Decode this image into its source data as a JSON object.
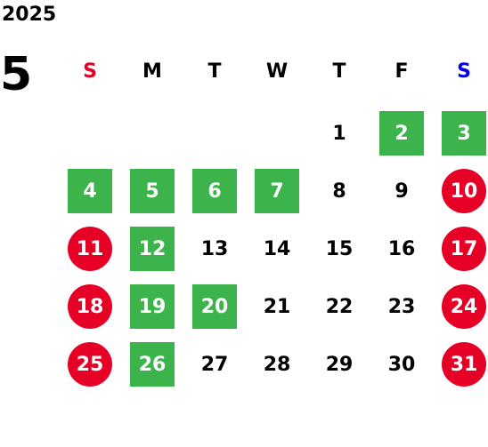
{
  "year": "2025",
  "month": "5",
  "weekdays": [
    {
      "label": "S",
      "type": "sun"
    },
    {
      "label": "M",
      "type": "normal"
    },
    {
      "label": "T",
      "type": "normal"
    },
    {
      "label": "W",
      "type": "normal"
    },
    {
      "label": "T",
      "type": "normal"
    },
    {
      "label": "F",
      "type": "normal"
    },
    {
      "label": "S",
      "type": "sat"
    }
  ],
  "colors": {
    "green": "#3cb44b",
    "red": "#e60026",
    "sunday_header": "#e60026",
    "saturday_header": "#0000ee"
  },
  "weeks": [
    [
      {
        "day": "",
        "style": "empty"
      },
      {
        "day": "",
        "style": "empty"
      },
      {
        "day": "",
        "style": "empty"
      },
      {
        "day": "",
        "style": "empty"
      },
      {
        "day": "1",
        "style": "plain"
      },
      {
        "day": "2",
        "style": "green"
      },
      {
        "day": "3",
        "style": "green"
      }
    ],
    [
      {
        "day": "4",
        "style": "green"
      },
      {
        "day": "5",
        "style": "green"
      },
      {
        "day": "6",
        "style": "green"
      },
      {
        "day": "7",
        "style": "green"
      },
      {
        "day": "8",
        "style": "plain"
      },
      {
        "day": "9",
        "style": "plain"
      },
      {
        "day": "10",
        "style": "red"
      }
    ],
    [
      {
        "day": "11",
        "style": "red"
      },
      {
        "day": "12",
        "style": "green"
      },
      {
        "day": "13",
        "style": "plain"
      },
      {
        "day": "14",
        "style": "plain"
      },
      {
        "day": "15",
        "style": "plain"
      },
      {
        "day": "16",
        "style": "plain"
      },
      {
        "day": "17",
        "style": "red"
      }
    ],
    [
      {
        "day": "18",
        "style": "red"
      },
      {
        "day": "19",
        "style": "green"
      },
      {
        "day": "20",
        "style": "green"
      },
      {
        "day": "21",
        "style": "plain"
      },
      {
        "day": "22",
        "style": "plain"
      },
      {
        "day": "23",
        "style": "plain"
      },
      {
        "day": "24",
        "style": "red"
      }
    ],
    [
      {
        "day": "25",
        "style": "red"
      },
      {
        "day": "26",
        "style": "green"
      },
      {
        "day": "27",
        "style": "plain"
      },
      {
        "day": "28",
        "style": "plain"
      },
      {
        "day": "29",
        "style": "plain"
      },
      {
        "day": "30",
        "style": "plain"
      },
      {
        "day": "31",
        "style": "red"
      }
    ]
  ]
}
